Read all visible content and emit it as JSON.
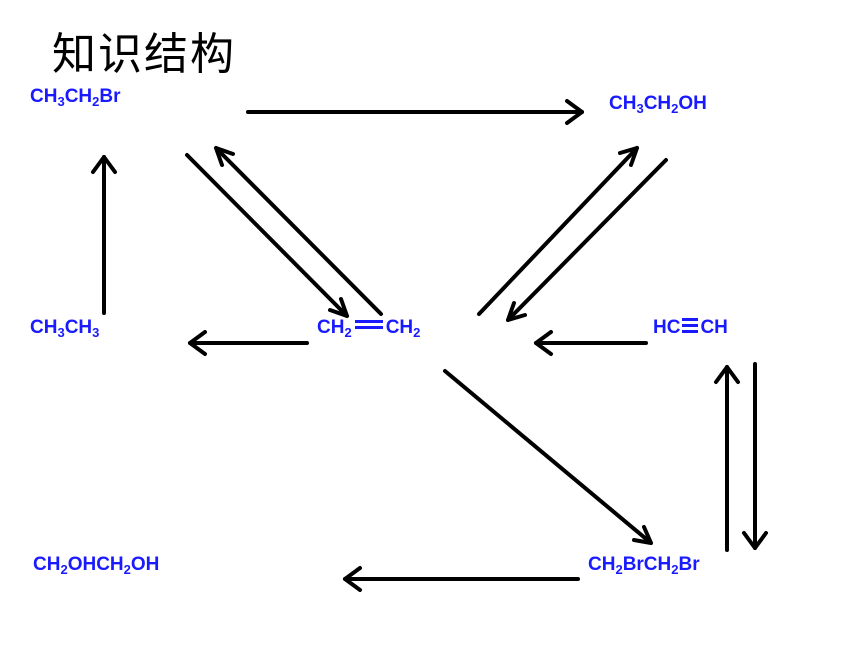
{
  "title": "知识结构",
  "colors": {
    "formula": "#1a1aff",
    "arrow": "#000000"
  },
  "compounds": {
    "bromoethane": {
      "p1": "CH",
      "s1": "3",
      "p2": "CH",
      "s2": "2",
      "p3": "Br"
    },
    "ethanol": {
      "p1": "CH",
      "s1": "3",
      "p2": "CH",
      "s2": "2",
      "p3": "OH"
    },
    "ethane": {
      "p1": "CH",
      "s1": "3",
      "p2": "CH",
      "s2": "3"
    },
    "ethylene": {
      "p1": "CH",
      "s1": "2",
      "p2": "CH",
      "s2": "2"
    },
    "acetylene": {
      "p1": "HC",
      "p2": "CH"
    },
    "ethylene_glycol": {
      "p1": "CH",
      "s1": "2",
      "p2": "OHCH",
      "s2": "2",
      "p3": "OH"
    },
    "dibromoethane": {
      "p1": "CH",
      "s1": "2",
      "p2": "BrCH",
      "s2": "2",
      "p3": "Br"
    }
  }
}
